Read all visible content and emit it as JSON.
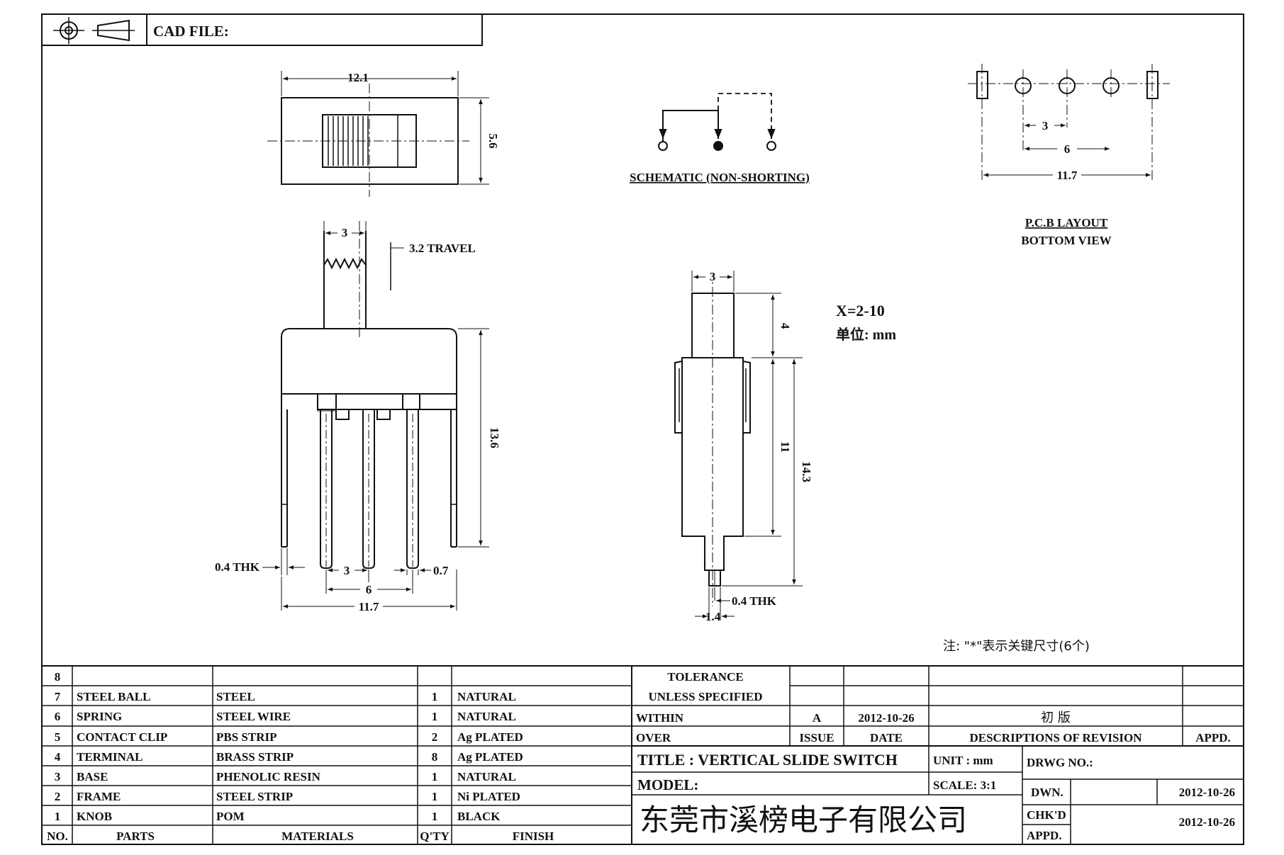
{
  "header": {
    "cad_file_label": "CAD FILE:",
    "projection_icon": "third-angle-projection-icon"
  },
  "top_view": {
    "width": "12.1",
    "height": "5.6"
  },
  "schematic": {
    "label": "SCHEMATIC (NON-SHORTING)"
  },
  "pcb": {
    "dim_a": "3",
    "dim_b": "6",
    "dim_c": "11.7",
    "label1": "P.C.B LAYOUT",
    "label2": "BOTTOM VIEW"
  },
  "front_view": {
    "knob_width": "3",
    "travel": "3.2 TRAVEL",
    "height": "13.6",
    "thk": "0.4 THK",
    "pitch": "3",
    "span": "6",
    "pin_w": "0.7",
    "total": "11.7"
  },
  "side_view": {
    "top_w": "3",
    "knob_h": "4",
    "body_h": "11",
    "total_h": "14.3",
    "thk": "0.4 THK",
    "pin": "1.4"
  },
  "notes": {
    "x_range": "X=2-10",
    "unit": "单位: mm",
    "key_note": "注: \"*\"表示关键尺寸(6个)"
  },
  "bom": {
    "rows": [
      {
        "no": "8",
        "part": "",
        "material": "",
        "qty": "",
        "finish": ""
      },
      {
        "no": "7",
        "part": "STEEL BALL",
        "material": "STEEL",
        "qty": "1",
        "finish": "NATURAL"
      },
      {
        "no": "6",
        "part": "SPRING",
        "material": "STEEL WIRE",
        "qty": "1",
        "finish": "NATURAL"
      },
      {
        "no": "5",
        "part": "CONTACT CLIP",
        "material": "PBS STRIP",
        "qty": "2",
        "finish": "Ag PLATED"
      },
      {
        "no": "4",
        "part": "TERMINAL",
        "material": "BRASS STRIP",
        "qty": "8",
        "finish": "Ag PLATED"
      },
      {
        "no": "3",
        "part": "BASE",
        "material": "PHENOLIC RESIN",
        "qty": "1",
        "finish": "NATURAL"
      },
      {
        "no": "2",
        "part": "FRAME",
        "material": "STEEL STRIP",
        "qty": "1",
        "finish": "Ni PLATED"
      },
      {
        "no": "1",
        "part": "KNOB",
        "material": "POM",
        "qty": "1",
        "finish": "BLACK"
      }
    ],
    "headers": {
      "no": "NO.",
      "part": "PARTS",
      "material": "MATERIALS",
      "qty": "Q'TY",
      "finish": "FINISH"
    }
  },
  "tolerance": {
    "line1": "TOLERANCE",
    "line2": "UNLESS  SPECIFIED",
    "within": "WITHIN",
    "over": "OVER"
  },
  "revision": {
    "issue": "A",
    "date": "2012-10-26",
    "desc": "初  版",
    "h_issue": "ISSUE",
    "h_date": "DATE",
    "h_desc": "DESCRIPTIONS  OF  REVISION",
    "h_appd": "APPD."
  },
  "title_block": {
    "title": "TITLE :   VERTICAL  SLIDE  SWITCH",
    "unit": "UNIT :   mm",
    "drwg_no": "DRWG  NO.:",
    "model": "MODEL:",
    "scale": "SCALE:   3:1",
    "dwn": "DWN.",
    "dwn_date": "2012-10-26",
    "chkd": "CHK'D",
    "chkd_date": "2012-10-26",
    "appd": "APPD.",
    "company": "东莞市溪榜电子有限公司"
  }
}
